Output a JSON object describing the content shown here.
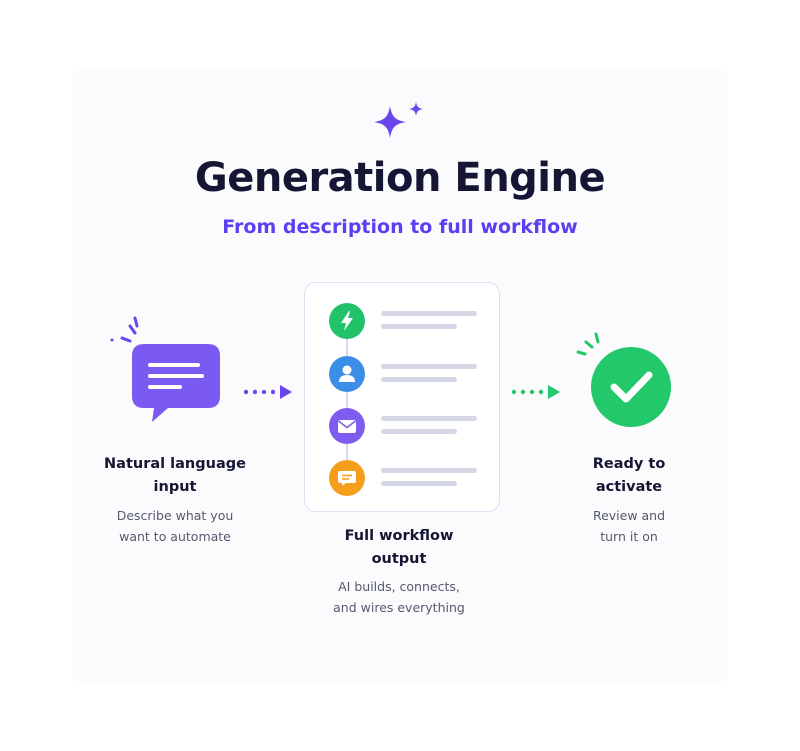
{
  "header": {
    "title": "Generation Engine",
    "subtitle": "From description to full workflow"
  },
  "steps": [
    {
      "title_lines": [
        "Natural language",
        "input"
      ],
      "desc_lines": [
        "Describe what you",
        "want to automate"
      ]
    },
    {
      "title_lines": [
        "Full workflow",
        "output"
      ],
      "desc_lines": [
        "AI builds, connects,",
        "and wires everything"
      ]
    },
    {
      "title_lines": [
        "Ready to",
        "activate"
      ],
      "desc_lines": [
        "Review and",
        "turn it on"
      ]
    }
  ],
  "workflow_nodes": [
    {
      "icon": "lightning-icon",
      "color": "#22c26b"
    },
    {
      "icon": "user-icon",
      "color": "#3b8ee6"
    },
    {
      "icon": "mail-icon",
      "color": "#7e5cf0"
    },
    {
      "icon": "message-icon",
      "color": "#f59e1b"
    }
  ],
  "colors": {
    "accent": "#5b3ff0",
    "title": "#141633",
    "success": "#22c86a",
    "chat": "#7b5af3"
  }
}
